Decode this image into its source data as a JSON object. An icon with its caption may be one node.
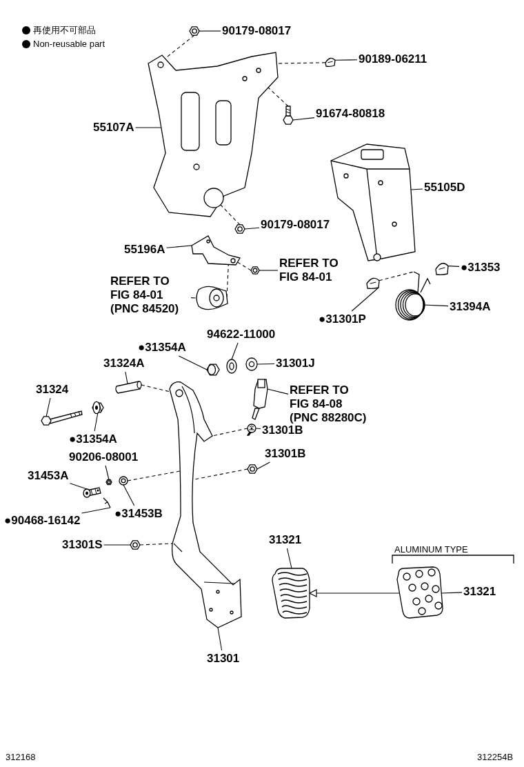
{
  "diagram": {
    "nodes": [
      {
        "text": [
          "90179-08017"
        ]
      },
      {
        "text": [],
        "shape": "picture"
      },
      {
        "text": [
          "90189-06211"
        ]
      },
      {
        "text": [],
        "shape": "picture"
      },
      {
        "text": [
          "55107A"
        ]
      },
      {
        "text": [],
        "shape": "picture"
      },
      {
        "text": [
          "91674-80818"
        ]
      },
      {
        "text": [],
        "shape": "picture"
      },
      {
        "text": [
          "55105D"
        ]
      },
      {
        "text": [],
        "shape": "picture"
      },
      {
        "text": [
          "90179-08017"
        ]
      },
      {
        "text": [],
        "shape": "picture"
      },
      {
        "text": [
          "55196A"
        ]
      },
      {
        "text": [],
        "shape": "picture"
      },
      {
        "text": [
          "REFER TO FIG 84-01"
        ]
      },
      {
        "text": [],
        "shape": "picture"
      },
      {
        "text": [
          "REFER TO FIG 84-01 (PNC 84520)"
        ]
      },
      {
        "text": [],
        "shape": "picture"
      },
      {
        "text": [
          "●31353"
        ]
      },
      {
        "text": [],
        "shape": "picture"
      },
      {
        "text": [
          "●31301P"
        ]
      },
      {
        "text": [],
        "shape": "picture"
      },
      {
        "text": [
          "31394A"
        ]
      },
      {
        "text": [],
        "shape": "picture"
      },
      {
        "text": [
          "94622-11000"
        ]
      },
      {
        "text": [],
        "shape": "picture"
      },
      {
        "text": [
          "●31354A"
        ]
      },
      {
        "text": [],
        "shape": "picture"
      },
      {
        "text": [
          "31301J"
        ]
      },
      {
        "text": [],
        "shape": "picture"
      },
      {
        "text": [
          "31324A"
        ]
      },
      {
        "text": [],
        "shape": "picture"
      },
      {
        "text": [
          "31324"
        ]
      },
      {
        "text": [],
        "shape": "picture"
      },
      {
        "text": [
          "REFER TO FIG 84-08 (PNC 88280C)"
        ]
      },
      {
        "text": [],
        "shape": "picture"
      },
      {
        "text": [
          "●31354A"
        ]
      },
      {
        "text": [],
        "shape": "picture"
      },
      {
        "text": [
          "31301B"
        ]
      },
      {
        "text": [],
        "shape": "picture"
      },
      {
        "text": [
          "90206-08001"
        ]
      },
      {
        "text": [],
        "shape": "picture"
      },
      {
        "text": [
          "31301B"
        ]
      },
      {
        "text": [],
        "shape": "picture"
      },
      {
        "text": [
          "31453A"
        ]
      },
      {
        "text": [],
        "shape": "picture"
      },
      {
        "text": [
          "●31453B"
        ]
      },
      {
        "text": [],
        "shape": "picture"
      },
      {
        "text": [
          "●90468-16142"
        ]
      },
      {
        "text": [],
        "shape": "picture"
      },
      {
        "text": [
          "31301S"
        ]
      },
      {
        "text": [],
        "shape": "picture"
      },
      {
        "text": [
          "31321"
        ]
      },
      {
        "text": [],
        "shape": "picture"
      },
      {
        "text": [
          "31301"
        ]
      },
      {
        "text": [],
        "shape": "picture"
      },
      {
        "text": [
          "31321"
        ]
      },
      {
        "text": [],
        "shape": "picture"
      }
    ],
    "edges": [
      {
        "from": 0,
        "to": 1,
        "arrow": "none"
      },
      {
        "from": 2,
        "to": 3,
        "arrow": "none"
      },
      {
        "from": 4,
        "to": 5,
        "arrow": "none"
      },
      {
        "from": 6,
        "to": 7,
        "arrow": "none"
      },
      {
        "from": 8,
        "to": 9,
        "arrow": "none"
      },
      {
        "from": 10,
        "to": 11,
        "arrow": "none"
      },
      {
        "from": 12,
        "to": 13,
        "arrow": "none"
      },
      {
        "from": 14,
        "to": 15,
        "arrow": "none"
      },
      {
        "from": 16,
        "to": 17,
        "arrow": "none"
      },
      {
        "from": 18,
        "to": 19,
        "arrow": "none"
      },
      {
        "from": 20,
        "to": 21,
        "arrow": "none"
      },
      {
        "from": 22,
        "to": 23,
        "arrow": "none"
      },
      {
        "from": 24,
        "to": 25,
        "arrow": "none"
      },
      {
        "from": 26,
        "to": 27,
        "arrow": "none"
      },
      {
        "from": 28,
        "to": 29,
        "arrow": "none"
      },
      {
        "from": 30,
        "to": 31,
        "arrow": "none"
      },
      {
        "from": 32,
        "to": 33,
        "arrow": "none"
      },
      {
        "from": 34,
        "to": 35,
        "arrow": "none"
      },
      {
        "from": 36,
        "to": 37,
        "arrow": "none"
      },
      {
        "from": 38,
        "to": 39,
        "arrow": "none"
      },
      {
        "from": 40,
        "to": 41,
        "arrow": "none"
      },
      {
        "from": 42,
        "to": 43,
        "arrow": "none"
      },
      {
        "from": 44,
        "to": 45,
        "arrow": "none"
      },
      {
        "from": 46,
        "to": 47,
        "arrow": "none"
      },
      {
        "from": 48,
        "to": 49,
        "arrow": "none"
      },
      {
        "from": 50,
        "to": 51,
        "arrow": "none"
      },
      {
        "from": 52,
        "to": 53,
        "arrow": "none"
      },
      {
        "from": 54,
        "to": 55,
        "arrow": "none"
      },
      {
        "from": 56,
        "to": 57,
        "arrow": "none"
      },
      {
        "from": 1,
        "to": 5,
        "arrow": "none",
        "style": "dashed"
      },
      {
        "from": 3,
        "to": 5,
        "arrow": "none",
        "style": "dashed"
      },
      {
        "from": 7,
        "to": 5,
        "arrow": "none",
        "style": "dashed"
      },
      {
        "from": 11,
        "to": 5,
        "arrow": "none",
        "style": "dashed"
      },
      {
        "from": 15,
        "to": 13,
        "arrow": "none",
        "style": "dashed"
      },
      {
        "from": 17,
        "to": 13,
        "arrow": "none",
        "style": "dashed"
      },
      {
        "from": 21,
        "to": 23,
        "arrow": "none",
        "style": "dashed"
      },
      {
        "from": 31,
        "to": 55,
        "arrow": "none",
        "style": "dashed"
      },
      {
        "from": 47,
        "to": 55,
        "arrow": "none",
        "style": "dashed"
      },
      {
        "from": 43,
        "to": 55,
        "arrow": "none",
        "style": "dashed"
      },
      {
        "from": 39,
        "to": 55,
        "arrow": "none",
        "style": "dashed"
      },
      {
        "from": 51,
        "to": 55,
        "arrow": "none",
        "style": "dashed"
      },
      {
        "from": 57,
        "to": 53,
        "arrow": "to"
      }
    ],
    "labels": [
      "ALUMINUM TYPE",
      "312168",
      "312254B"
    ],
    "legend": [
      {
        "text": "再使用不可部品"
      },
      {
        "text": "Non-reusable part"
      }
    ]
  }
}
